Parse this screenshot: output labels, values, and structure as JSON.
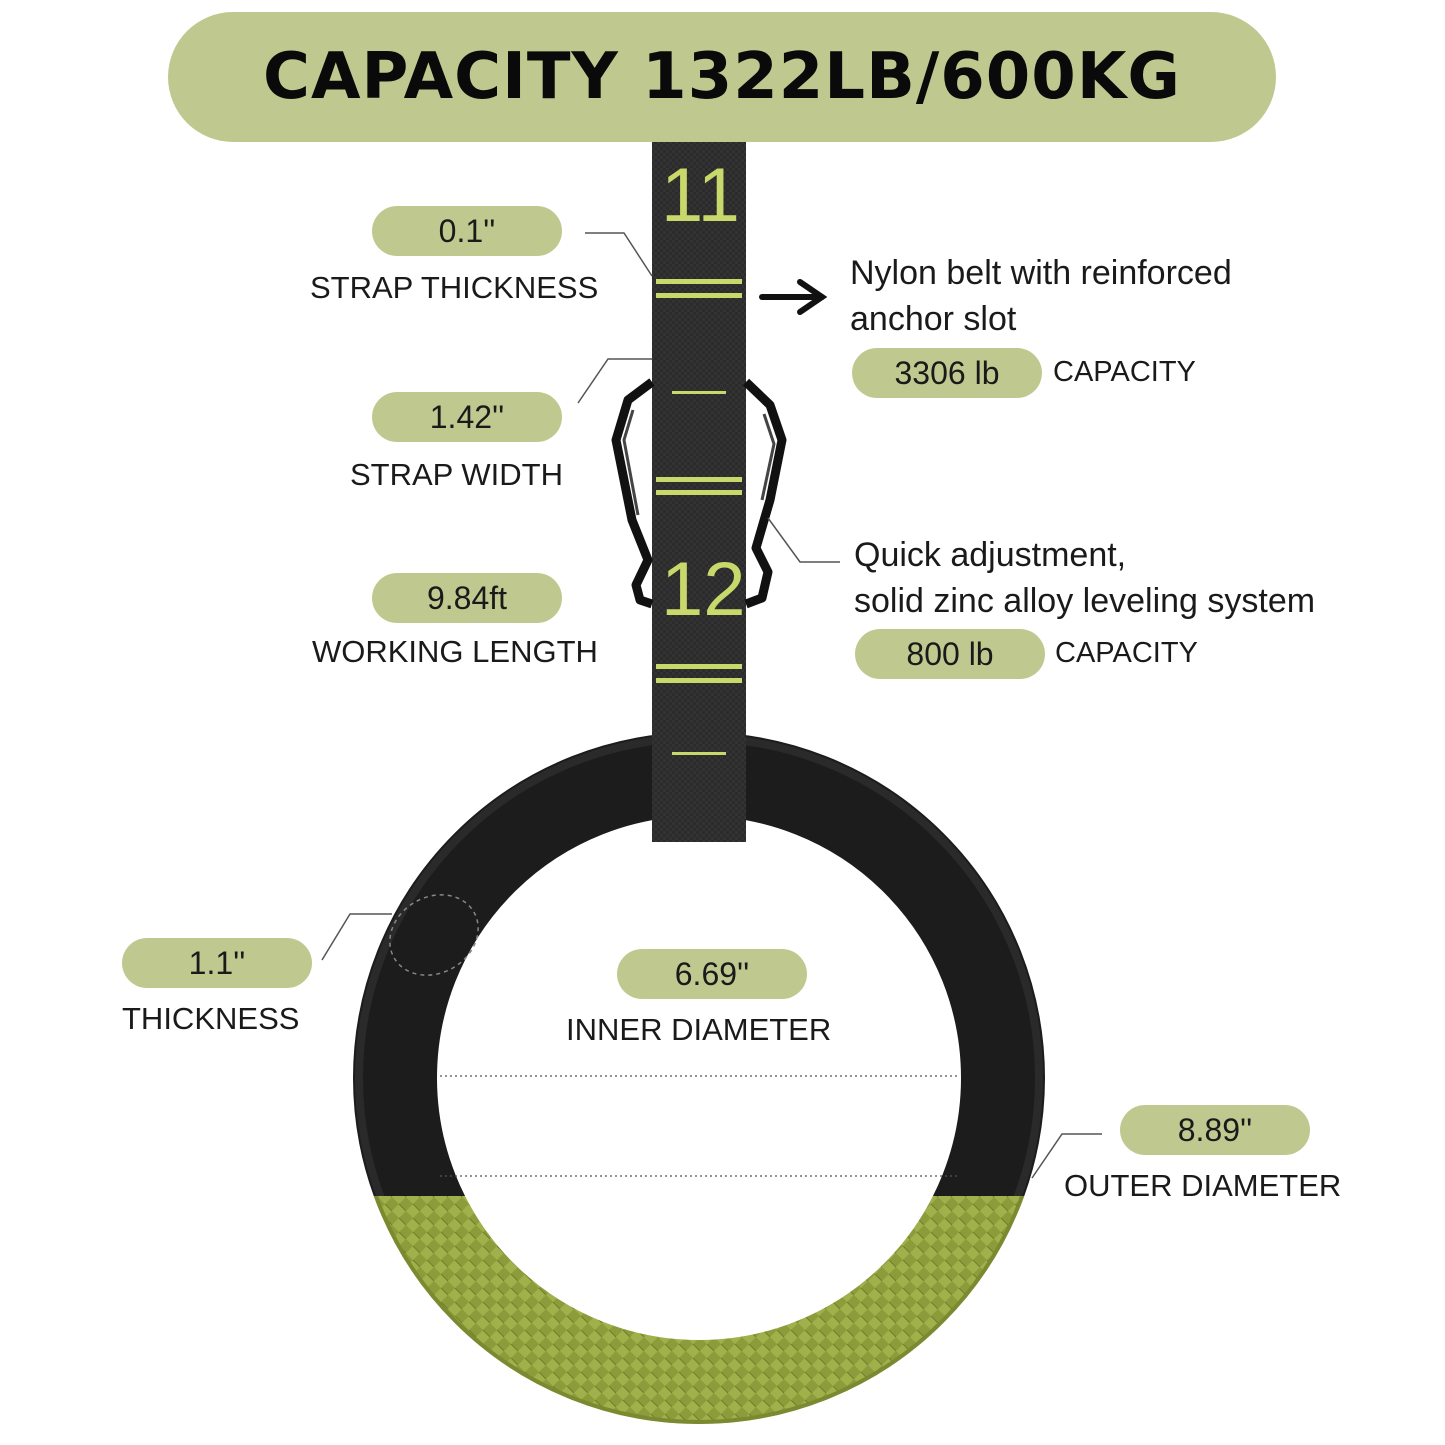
{
  "colors": {
    "accent": "#bfc98f",
    "ring_black": "#1c1c1c",
    "grip_green": "#8f9f3c",
    "strap": "#2b2b2b",
    "strap_marks": "#c9d86a"
  },
  "banner": {
    "title": "CAPACITY 1322LB/600KG"
  },
  "strap_marks": {
    "top_number": "11",
    "bottom_number": "12"
  },
  "specs": {
    "strap_thickness": {
      "value": "0.1''",
      "label": "STRAP THICKNESS"
    },
    "strap_width": {
      "value": "1.42''",
      "label": "STRAP WIDTH"
    },
    "working_length": {
      "value": "9.84ft",
      "label": "WORKING LENGTH"
    },
    "ring_thickness": {
      "value": "1.1''",
      "label": "THICKNESS"
    },
    "inner_diameter": {
      "value": "6.69''",
      "label": "INNER DIAMETER"
    },
    "outer_diameter": {
      "value": "8.89''",
      "label": "OUTER DIAMETER"
    }
  },
  "features": {
    "belt": {
      "line1": "Nylon belt with reinforced",
      "line2": "anchor slot",
      "capacity_value": "3306 lb",
      "capacity_label": "CAPACITY"
    },
    "buckle": {
      "line1": "Quick adjustment,",
      "line2": "solid zinc alloy leveling system",
      "capacity_value": "800 lb",
      "capacity_label": "CAPACITY"
    }
  },
  "icons": {
    "arrow": "arrow-right-icon"
  }
}
